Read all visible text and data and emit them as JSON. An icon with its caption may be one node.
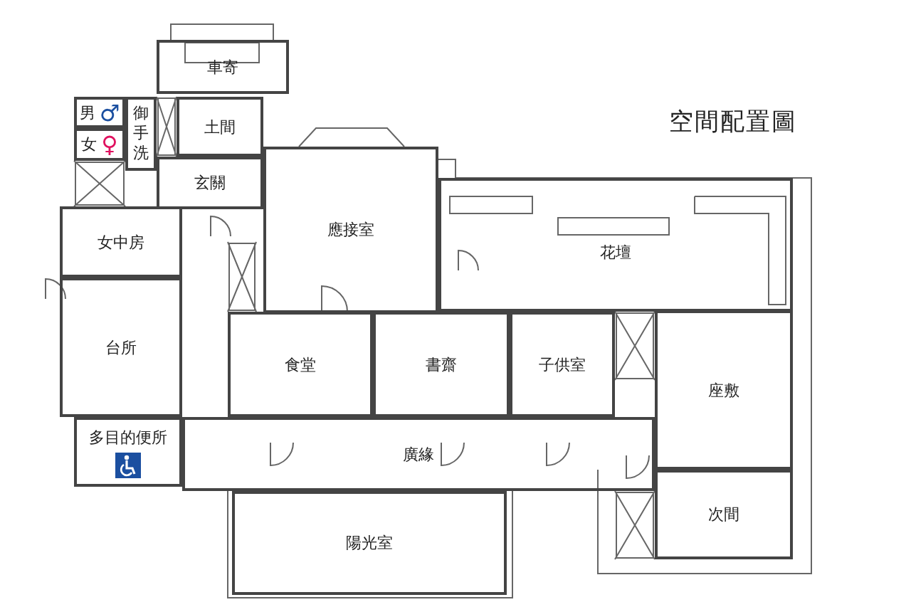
{
  "diagram": {
    "title": "空間配置圖",
    "nodes": [
      {
        "text": [
          "車寄"
        ]
      },
      {
        "text": [
          "男",
          "♂"
        ]
      },
      {
        "text": [
          "女",
          "♀"
        ]
      },
      {
        "text": [
          "御手洗"
        ]
      },
      {
        "text": [
          "土間"
        ]
      },
      {
        "text": [
          "玄關"
        ]
      },
      {
        "text": [
          "應接室"
        ]
      },
      {
        "text": [
          "花壇"
        ]
      },
      {
        "text": [
          "女中房"
        ]
      },
      {
        "text": [
          "台所"
        ]
      },
      {
        "text": [
          "食堂"
        ]
      },
      {
        "text": [
          "書齋"
        ]
      },
      {
        "text": [
          "子供室"
        ]
      },
      {
        "text": [
          "座敷"
        ]
      },
      {
        "text": [
          "多目的便所"
        ]
      },
      {
        "text": [
          "廣緣"
        ]
      },
      {
        "text": [
          "次間"
        ]
      },
      {
        "text": [
          "陽光室"
        ]
      }
    ]
  }
}
